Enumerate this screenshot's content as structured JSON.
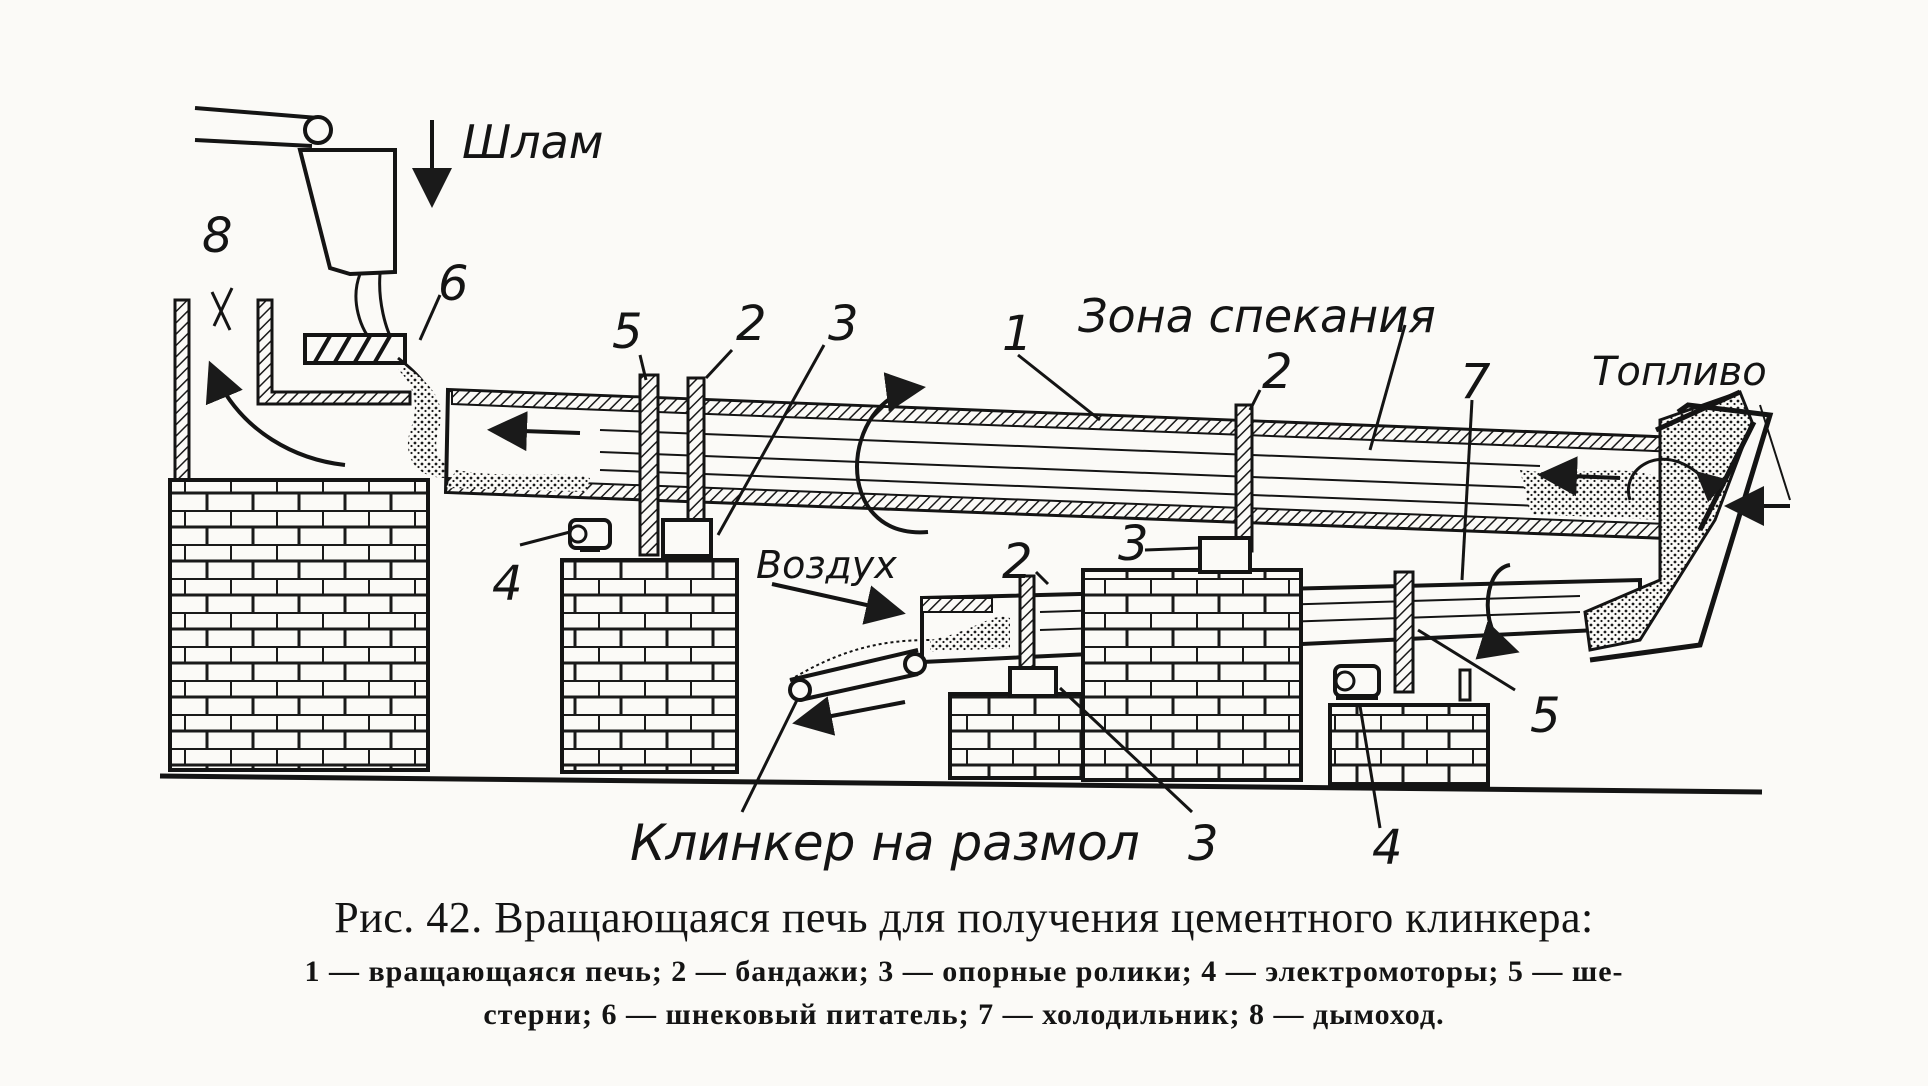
{
  "labels": {
    "slurry": "Шлам",
    "sintering_zone": "Зона спекания",
    "fuel": "Топливо",
    "air": "Воздух",
    "clinker": "Клинкер на размол",
    "n1": "1",
    "n2": "2",
    "n3": "3",
    "n4": "4",
    "n5": "5",
    "n6": "6",
    "n7": "7",
    "n8": "8"
  },
  "caption": {
    "title": "Рис. 42. Вращающаяся печь для получения цементного клинкера:",
    "line1": "1 — вращающаяся печь; 2 — бандажи; 3 — опорные ролики; 4 — электромоторы; 5 — ше-",
    "line2": "стерни; 6 — шнековый питатель; 7 — холодильник; 8 — дымоход."
  }
}
